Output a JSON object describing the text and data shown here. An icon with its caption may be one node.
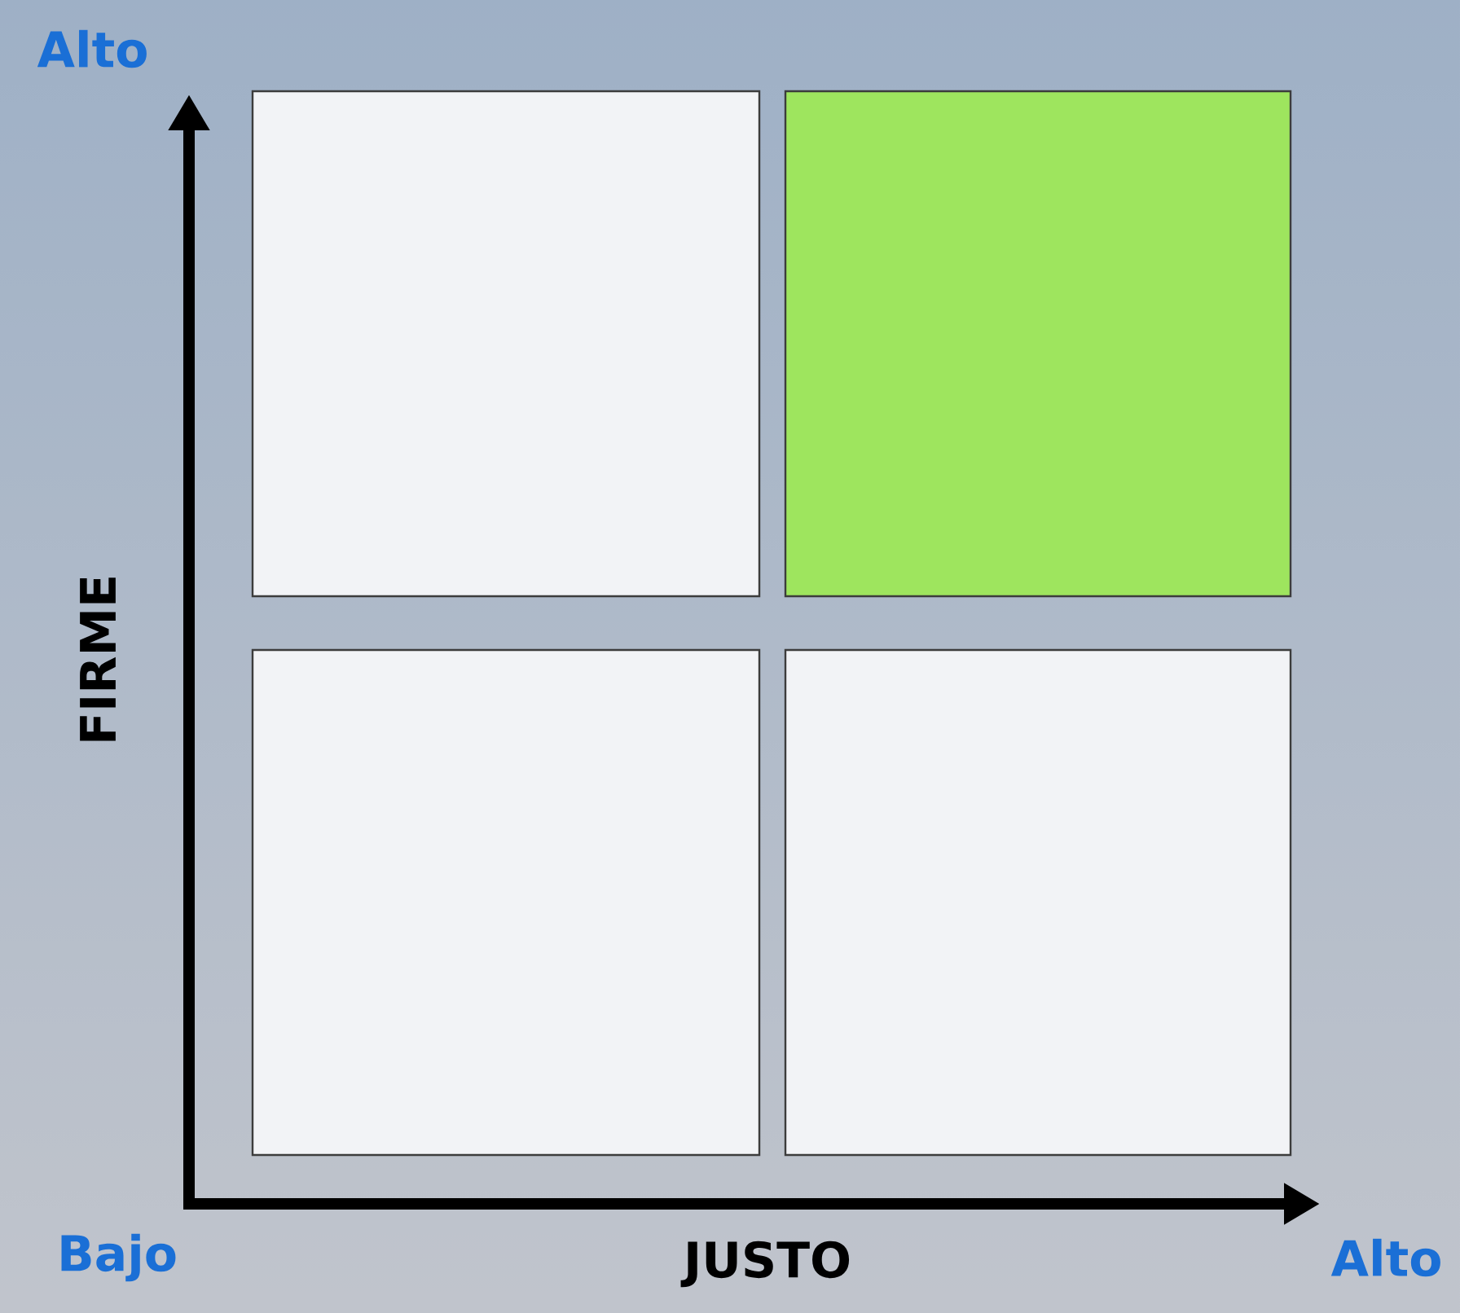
{
  "diagram": {
    "nodes": [
      {
        "text": [],
        "shape": "box"
      },
      {
        "text": [],
        "shape": "box"
      },
      {
        "text": [],
        "shape": "box"
      },
      {
        "text": [],
        "shape": "box"
      }
    ],
    "labels": [
      "Alto",
      "FIRME",
      "Bajo",
      "JUSTO",
      "Alto"
    ]
  }
}
